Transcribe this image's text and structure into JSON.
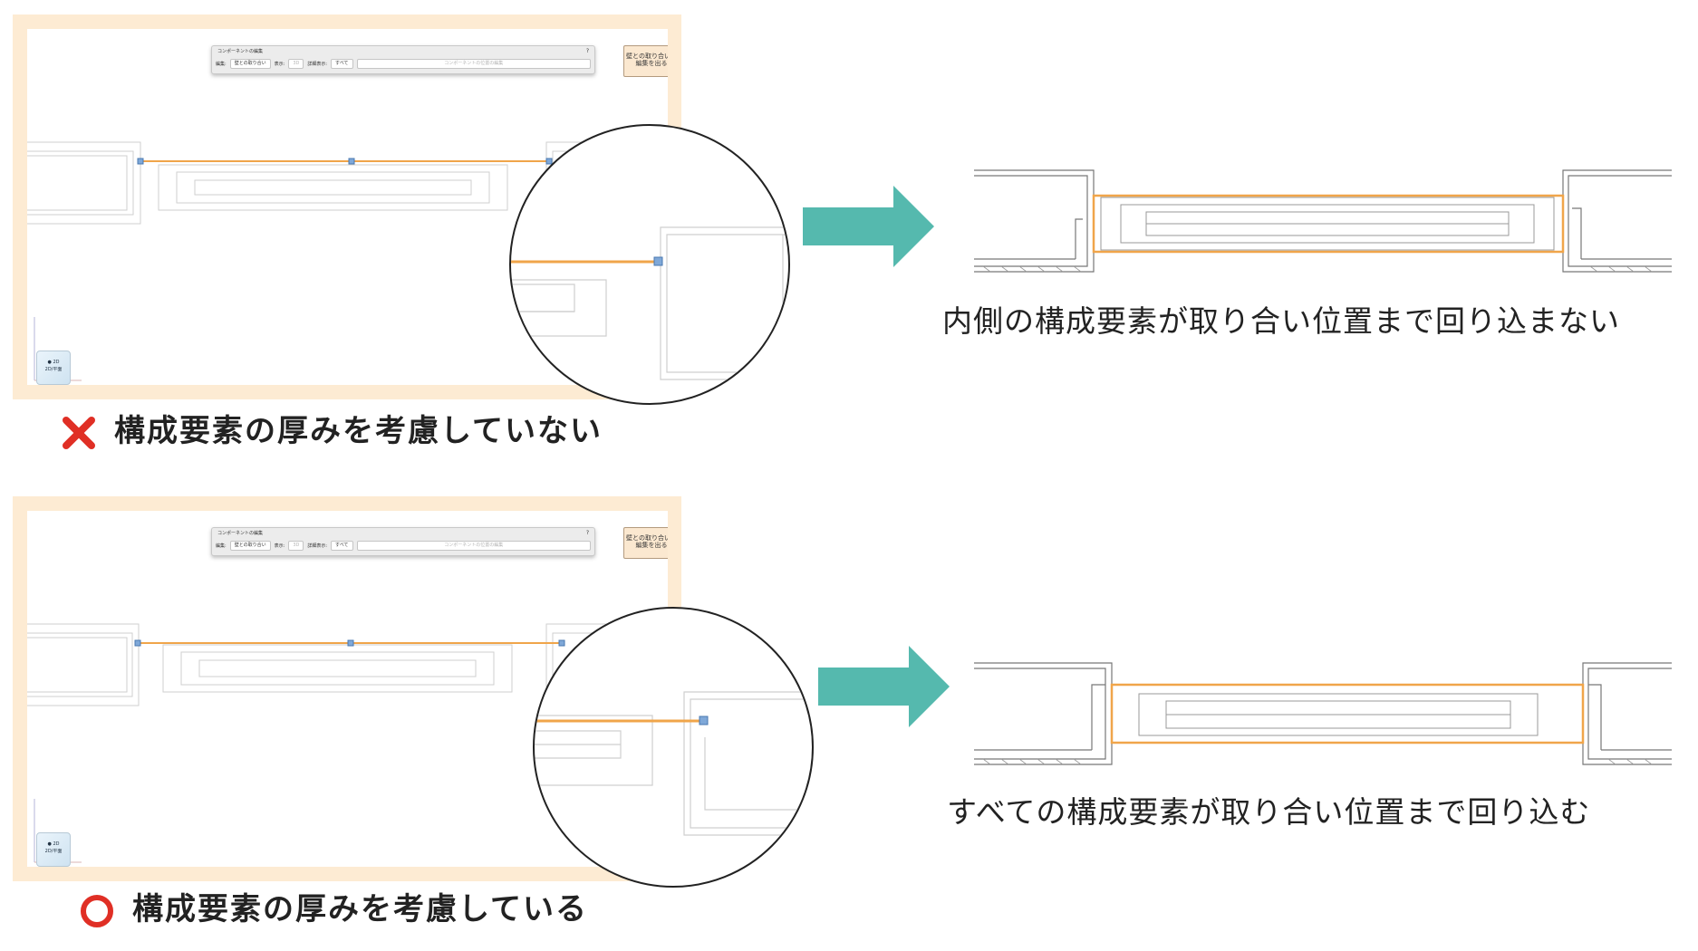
{
  "toolbar": {
    "title": "コンポーネントの編集",
    "help": "?",
    "edit_label": "編集:",
    "edit_value": "壁との取り合い",
    "view_label": "表示:",
    "view_value": "3D",
    "detail_label": "詳細表示:",
    "detail_value": "すべて",
    "position_edit": "コンポーネントの位置の編集"
  },
  "exit_button": {
    "line1": "壁との取り合いの",
    "line2": "編集を出る"
  },
  "view_cube": {
    "line1": "● 2D",
    "line2": "2D/平面"
  },
  "incorrect": {
    "label": "構成要素の厚みを考慮していない",
    "result_caption": "内側の構成要素が取り合い位置まで回り込まない"
  },
  "correct": {
    "label": "構成要素の厚みを考慮している",
    "result_caption": "すべての構成要素が取り合い位置まで回り込む"
  },
  "colors": {
    "frame": "#fdebd3",
    "accent_line": "#f0a54a",
    "arrow": "#55b9ae",
    "cross": "#e02f25",
    "circle_mark": "#e02f25",
    "handle": "#7fa8d8"
  },
  "icons": {
    "incorrect_mark": "cross-mark-icon",
    "correct_mark": "circle-mark-icon",
    "arrow": "right-arrow-icon"
  }
}
